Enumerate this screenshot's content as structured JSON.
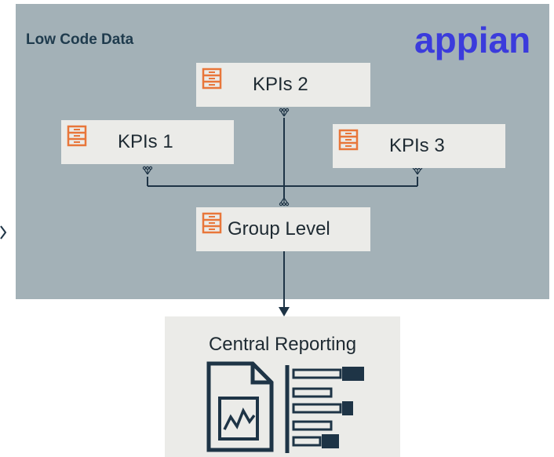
{
  "panel": {
    "title": "Low Code Data",
    "brand": "appian"
  },
  "nodes": {
    "kpis1": "KPIs 1",
    "kpis2": "KPIs 2",
    "kpis3": "KPIs 3",
    "group": "Group Level"
  },
  "report": {
    "title": "Central Reporting"
  },
  "colors": {
    "panel": "#a3b1b7",
    "node": "#ebebe8",
    "database_icon": "#e8763a",
    "brand": "#3b3bdc",
    "connector": "#1e3446"
  },
  "icons": [
    "database-icon",
    "merge-connector-icon",
    "chart-document-icon",
    "bar-chart-icon"
  ]
}
